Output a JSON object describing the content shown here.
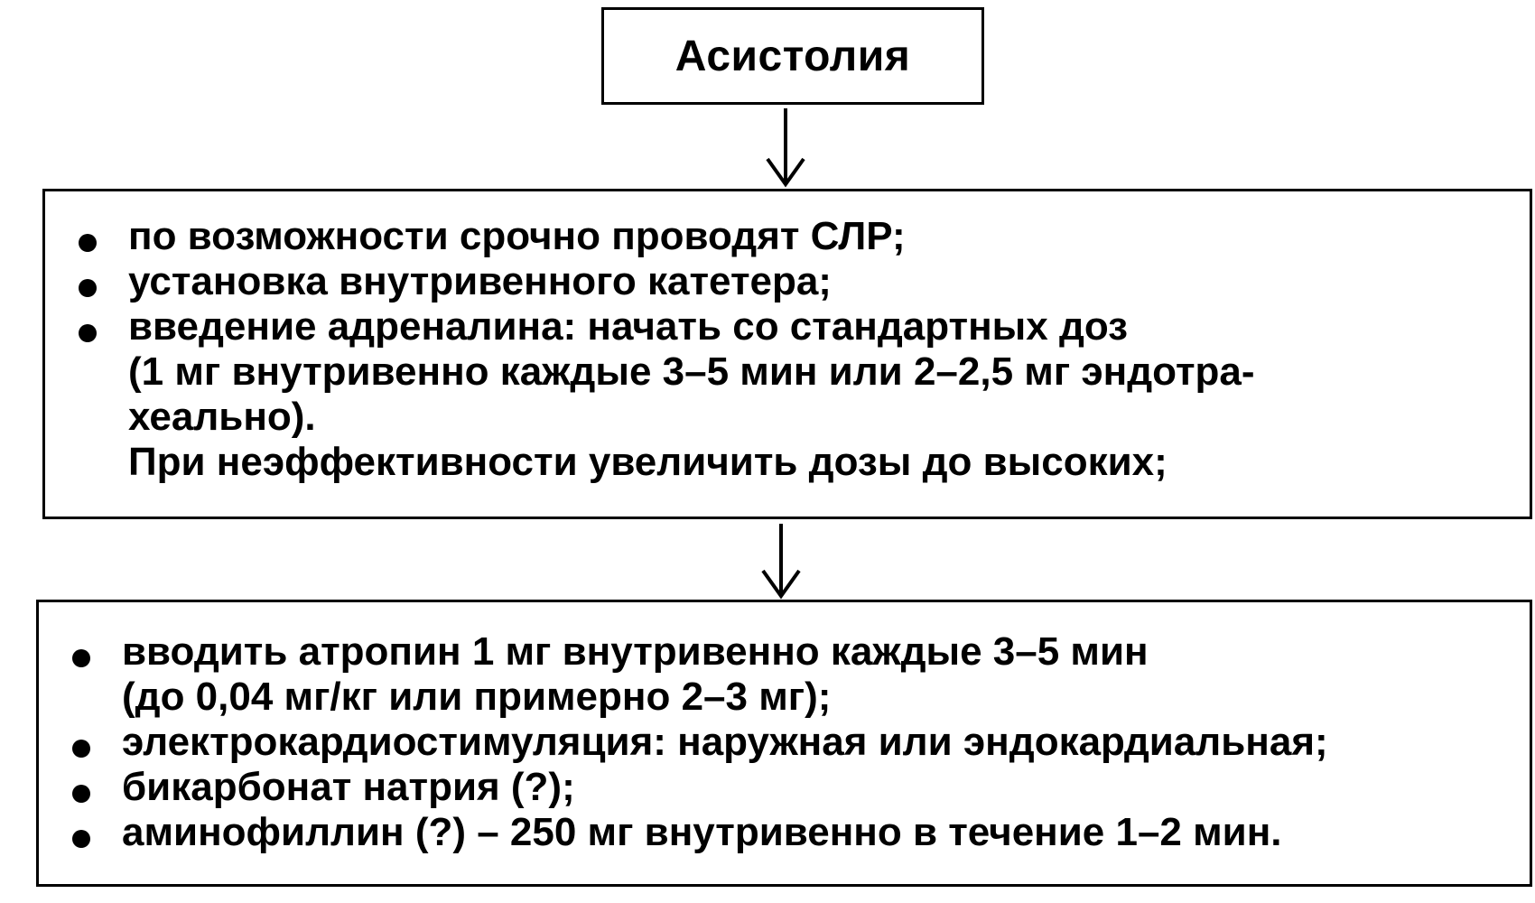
{
  "diagram": {
    "title": "Асистолия",
    "block1": [
      {
        "lines": [
          "по возможности срочно проводят СЛР;"
        ]
      },
      {
        "lines": [
          "установка внутривенного катетера;"
        ]
      },
      {
        "lines": [
          "введение адреналина: начать со стандартных доз",
          "(1 мг внутривенно каждые 3–5 мин или 2–2,5 мг эндотра-",
          "хеально).",
          "При неэффективности увеличить дозы до высоких;"
        ]
      }
    ],
    "block2": [
      {
        "lines": [
          "вводить атропин 1 мг внутривенно каждые 3–5 мин",
          "(до 0,04 мг/кг или примерно 2–3 мг);"
        ]
      },
      {
        "lines": [
          "электрокардиостимуляция: наружная или эндокардиальная;"
        ]
      },
      {
        "lines": [
          "бикарбонат натрия (?);"
        ]
      },
      {
        "lines": [
          "аминофиллин (?) – 250 мг внутривенно в течение 1–2 мин."
        ]
      }
    ]
  }
}
